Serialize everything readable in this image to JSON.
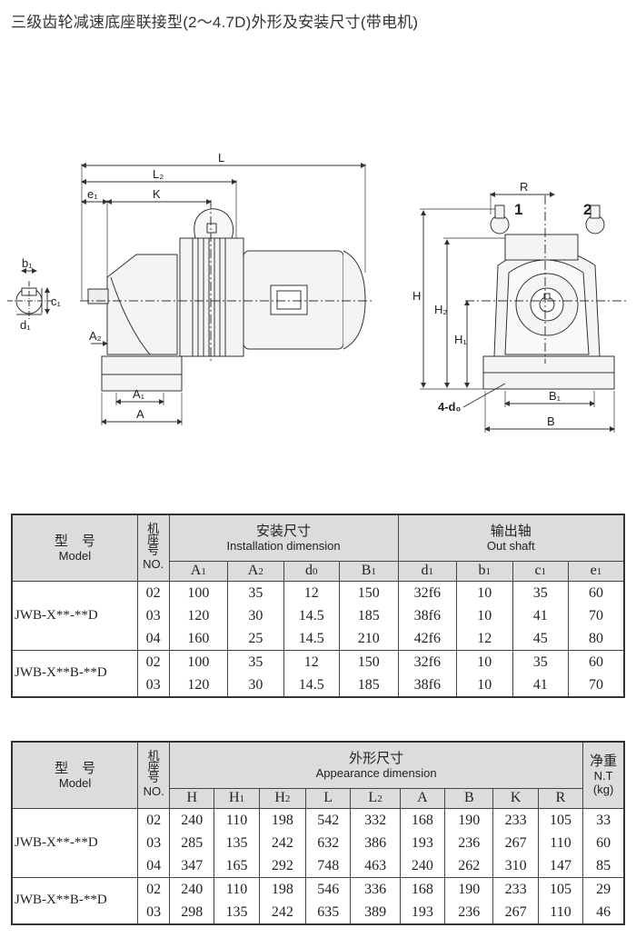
{
  "title": "三级齿轮减速底座联接型(2～4.7D)外形及安装尺寸(带电机)",
  "drawing": {
    "labels": {
      "L": "L",
      "L2": "L₂",
      "K": "K",
      "e1": "e₁",
      "b1": "b₁",
      "c1": "c₁",
      "d1": "d₁",
      "A2": "A₂",
      "A1": "A₁",
      "A": "A",
      "R": "R",
      "one": "1",
      "two": "2",
      "H": "H",
      "H2": "H₂",
      "H1": "H₁",
      "d0": "4-d₀",
      "B1": "B₁",
      "B": "B"
    }
  },
  "table1": {
    "model_zh": "型　号",
    "model_en": "Model",
    "frame_zh": [
      "机",
      "座",
      "号"
    ],
    "frame_en": "NO.",
    "install_zh": "安装尺寸",
    "install_en": "Installation dimension",
    "shaft_zh": "输出轴",
    "shaft_en": "Out shaft",
    "cols": [
      {
        "m": "A",
        "s": "1"
      },
      {
        "m": "A",
        "s": "2"
      },
      {
        "m": "d",
        "s": "0"
      },
      {
        "m": "B",
        "s": "1"
      },
      {
        "m": "d",
        "s": "1"
      },
      {
        "m": "b",
        "s": "1"
      },
      {
        "m": "c",
        "s": "1"
      },
      {
        "m": "e",
        "s": "1"
      }
    ],
    "groups": [
      {
        "model": "JWB-X**-**D",
        "rows": [
          [
            "02",
            "100",
            "35",
            "12",
            "150",
            "32f6",
            "10",
            "35",
            "60"
          ],
          [
            "03",
            "120",
            "30",
            "14.5",
            "185",
            "38f6",
            "10",
            "41",
            "70"
          ],
          [
            "04",
            "160",
            "25",
            "14.5",
            "210",
            "42f6",
            "12",
            "45",
            "80"
          ]
        ]
      },
      {
        "model": "JWB-X**B-**D",
        "rows": [
          [
            "02",
            "100",
            "35",
            "12",
            "150",
            "32f6",
            "10",
            "35",
            "60"
          ],
          [
            "03",
            "120",
            "30",
            "14.5",
            "185",
            "38f6",
            "10",
            "41",
            "70"
          ]
        ]
      }
    ]
  },
  "table2": {
    "model_zh": "型　号",
    "model_en": "Model",
    "frame_zh": [
      "机",
      "座",
      "号"
    ],
    "frame_en": "NO.",
    "appear_zh": "外形尺寸",
    "appear_en": "Appearance dimension",
    "weight_zh": "净重",
    "weight_en1": "N.T",
    "weight_en2": "(kg)",
    "cols": [
      {
        "m": "H",
        "s": ""
      },
      {
        "m": "H",
        "s": "1"
      },
      {
        "m": "H",
        "s": "2"
      },
      {
        "m": "L",
        "s": ""
      },
      {
        "m": "L",
        "s": "2"
      },
      {
        "m": "A",
        "s": ""
      },
      {
        "m": "B",
        "s": ""
      },
      {
        "m": "K",
        "s": ""
      },
      {
        "m": "R",
        "s": ""
      }
    ],
    "groups": [
      {
        "model": "JWB-X**-**D",
        "rows": [
          [
            "02",
            "240",
            "110",
            "198",
            "542",
            "332",
            "168",
            "190",
            "233",
            "105",
            "33"
          ],
          [
            "03",
            "285",
            "135",
            "242",
            "632",
            "386",
            "193",
            "236",
            "267",
            "110",
            "60"
          ],
          [
            "04",
            "347",
            "165",
            "292",
            "748",
            "463",
            "240",
            "262",
            "310",
            "147",
            "85"
          ]
        ]
      },
      {
        "model": "JWB-X**B-**D",
        "rows": [
          [
            "02",
            "240",
            "110",
            "198",
            "546",
            "336",
            "168",
            "190",
            "233",
            "105",
            "29"
          ],
          [
            "03",
            "298",
            "135",
            "242",
            "635",
            "389",
            "193",
            "236",
            "267",
            "110",
            "46"
          ]
        ]
      }
    ]
  }
}
